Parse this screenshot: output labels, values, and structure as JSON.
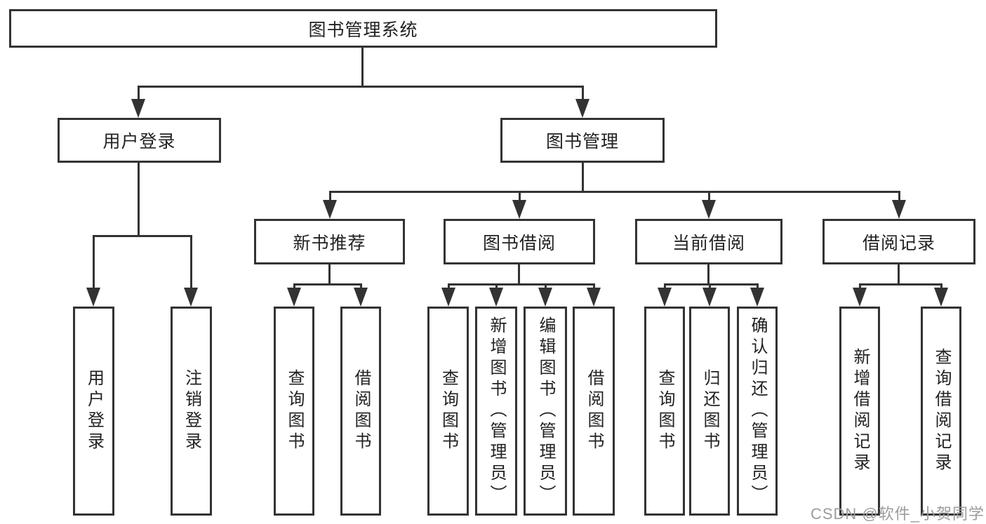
{
  "diagram": {
    "root": {
      "label": "图书管理系统"
    },
    "branches": [
      {
        "label": "用户登录",
        "leaves": [
          {
            "label": "用户登录"
          },
          {
            "label": "注销登录"
          }
        ]
      },
      {
        "label": "图书管理",
        "groups": [
          {
            "label": "新书推荐",
            "leaves": [
              {
                "label": "查询图书"
              },
              {
                "label": "借阅图书"
              }
            ]
          },
          {
            "label": "图书借阅",
            "leaves": [
              {
                "label": "查询图书"
              },
              {
                "label": "新增图书（管理员）"
              },
              {
                "label": "编辑图书（管理员）"
              },
              {
                "label": "借阅图书"
              }
            ]
          },
          {
            "label": "当前借阅",
            "leaves": [
              {
                "label": "查询图书"
              },
              {
                "label": "归还图书"
              },
              {
                "label": "确认归还（管理员）"
              }
            ]
          },
          {
            "label": "借阅记录",
            "leaves": [
              {
                "label": "新增借阅记录"
              },
              {
                "label": "查询借阅记录"
              }
            ]
          }
        ]
      }
    ],
    "watermark": "CSDN @软件_小贺同学",
    "colors": {
      "line": "#333333",
      "text": "#222222",
      "background": "#ffffff",
      "watermark": "#9c9c9c"
    }
  }
}
